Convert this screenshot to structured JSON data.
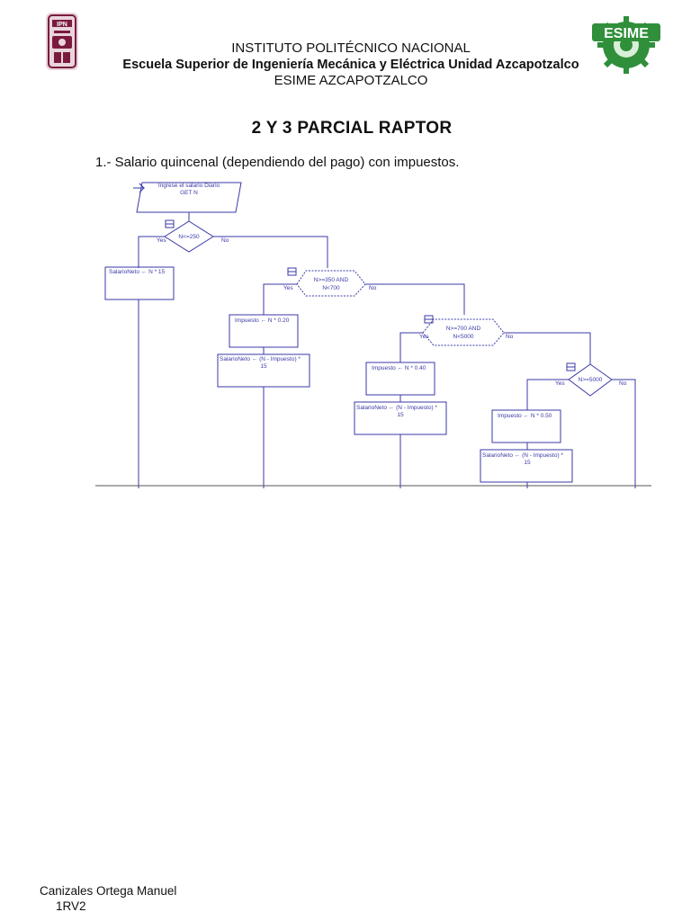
{
  "header": {
    "line1": "INSTITUTO POLITÉCNICO NACIONAL",
    "line2": "Escuela Superior de Ingeniería Mecánica y Eléctrica Unidad Azcapotzalco",
    "line3": "ESIME AZCAPOTZALCO",
    "logo_left_text": "IPN",
    "logo_right_text": "ESIME"
  },
  "title": "2 Y 3 PARCIAL RAPTOR",
  "question": "1.- Salario quincenal (dependiendo del pago) con impuestos.",
  "flowchart": {
    "input_line1": "Ingrese el salario Diario",
    "input_line2": "GET N",
    "cond1": "N<=250",
    "cond2_line1": "N>=350 AND",
    "cond2_line2": "N<700",
    "cond3_line1": "N>=700 AND",
    "cond3_line2": "N<5000",
    "cond4": "N>=5000",
    "yes": "Yes",
    "no": "No",
    "assign1": "SalarioNeto ← N * 15",
    "assign2": "Impuesto ← N * 0.20",
    "assign3_line1": "SalarioNeto ← (N - Impuesto) *",
    "assign3_line2": "15",
    "assign4": "Impuesto ← N * 0.40",
    "assign5_line1": "SalarioNeto ← (N - Impuesto) *",
    "assign5_line2": "15",
    "assign6": "Impuesto ← N * 0.50",
    "assign7_line1": "SalarioNeto ← (N - Impuesto) *",
    "assign7_line2": "15",
    "line_color": "#3a3aa8"
  },
  "footer": {
    "name": "Canizales Ortega Manuel",
    "group": "1RV2"
  },
  "colors": {
    "ipn_maroon": "#7a1b3e",
    "esime_green": "#2f8f3a"
  }
}
